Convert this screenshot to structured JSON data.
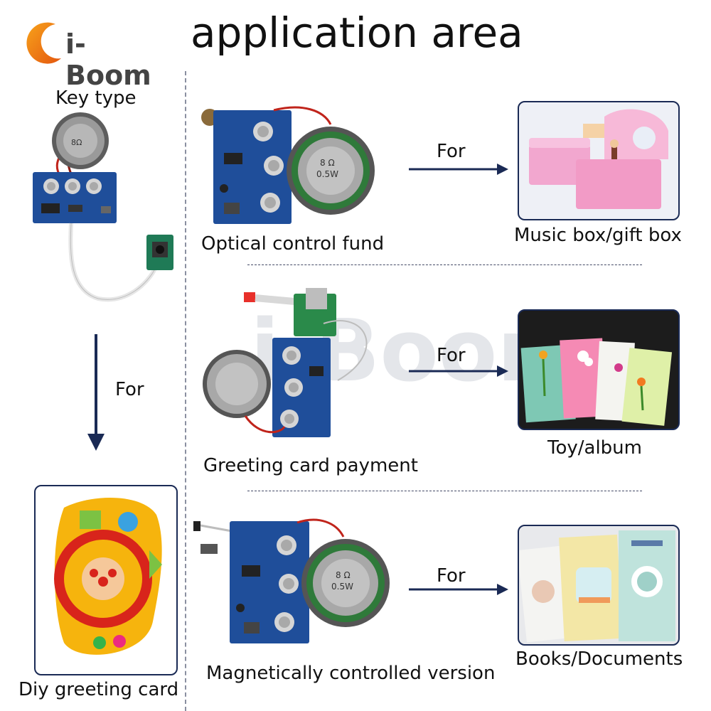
{
  "logo": {
    "text": "i-Boom",
    "icon": "crescent-logo-icon"
  },
  "title": "application area",
  "left_column": {
    "top_label": "Key type",
    "arrow_label": "For",
    "bottom_label": "Diy greeting card"
  },
  "rows": [
    {
      "module_label": "Optical control fund",
      "arrow_label": "For",
      "product_label": "Music box/gift box"
    },
    {
      "module_label": "Greeting card payment",
      "arrow_label": "For",
      "product_label": "Toy/album"
    },
    {
      "module_label": "Magnetically controlled version",
      "arrow_label": "For",
      "product_label": "Books/Documents"
    }
  ],
  "speaker_text": {
    "model": "8 Ω",
    "power": "0.5W"
  },
  "colors": {
    "pcb": "#1f4e9a",
    "arrow": "#1a2a55",
    "logo_orange": "#f28a1a",
    "frame": "#1a2a55"
  }
}
